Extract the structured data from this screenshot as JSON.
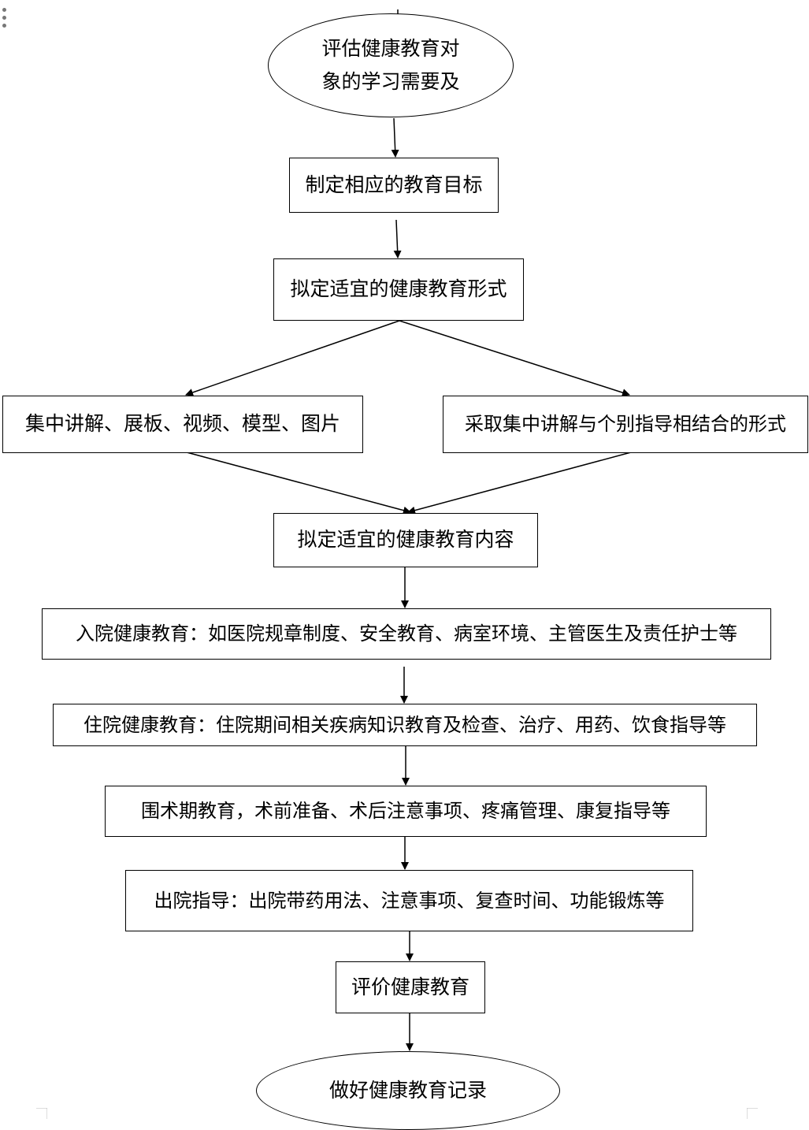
{
  "flowchart": {
    "start": {
      "line1": "评估健康教育对",
      "line2": "象的学习需要及"
    },
    "step_goal": "制定相应的教育目标",
    "step_form": "拟定适宜的健康教育形式",
    "branch_left": "集中讲解、展板、视频、模型、图片",
    "branch_right": "采取集中讲解与个别指导相结合的形式",
    "step_content": "拟定适宜的健康教育内容",
    "step_admission": "入院健康教育：如医院规章制度、安全教育、病室环境、主管医生及责任护士等",
    "step_inpatient": "住院健康教育：住院期间相关疾病知识教育及检查、治疗、用药、饮食指导等",
    "step_perioperative": "围术期教育，术前准备、术后注意事项、疼痛管理、康复指导等",
    "step_discharge": "出院指导：出院带药用法、注意事项、复查时间、功能锻炼等",
    "step_evaluate": "评价健康教育",
    "end": "做好健康教育记录"
  }
}
